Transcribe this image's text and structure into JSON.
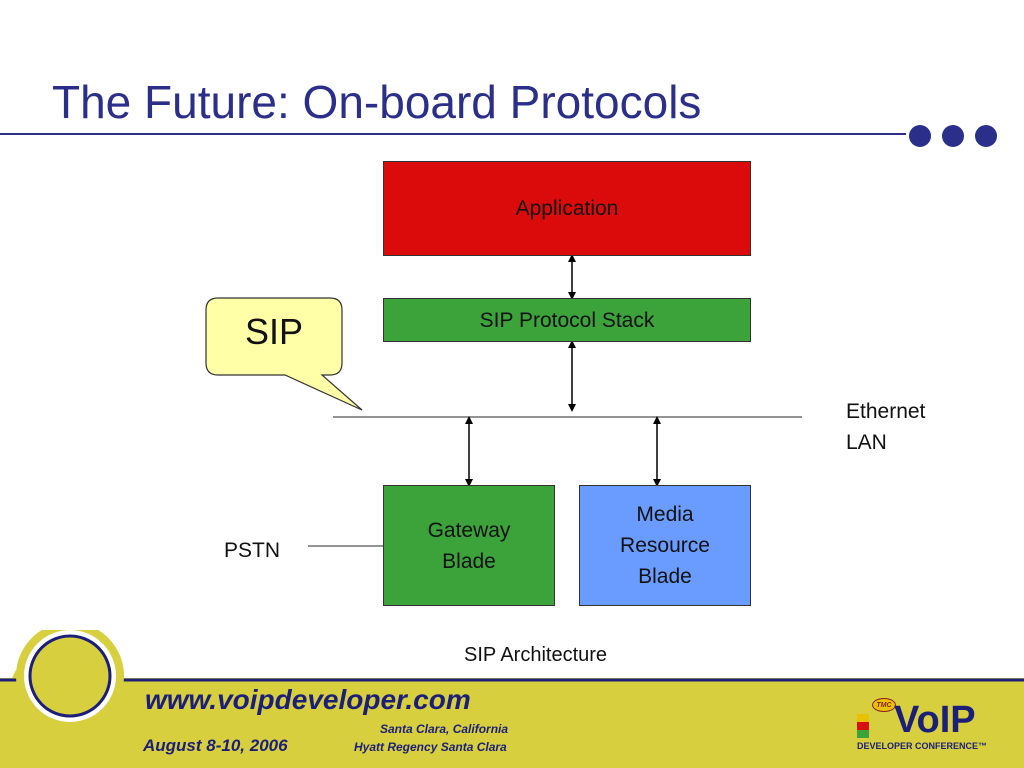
{
  "slide": {
    "title": "The Future: On-board Protocols"
  },
  "diagram": {
    "application_box": "Application",
    "sip_stack_box": "SIP Protocol Stack",
    "gateway_box": "Gateway\nBlade",
    "media_box": "Media\nResource\nBlade",
    "callout": "SIP",
    "ethernet_label": "Ethernet\nLAN",
    "pstn_label": "PSTN",
    "caption": "SIP Architecture"
  },
  "footer": {
    "website": "www.voipdeveloper.com",
    "dates": "August 8-10, 2006",
    "location_city": "Santa Clara, California",
    "location_venue": "Hyatt Regency Santa Clara",
    "logo_tmc": "TMC",
    "logo_main": "VoIP",
    "logo_sub": "DEVELOPER CONFERENCE™"
  },
  "colors": {
    "title_blue": "#2b2f8a",
    "application": "#dc0b0b",
    "sip_stack": "#3ca23a",
    "gateway": "#3ca23a",
    "media": "#6a9cff",
    "callout": "#ffffa8",
    "footer_band": "#d7cf3e"
  }
}
